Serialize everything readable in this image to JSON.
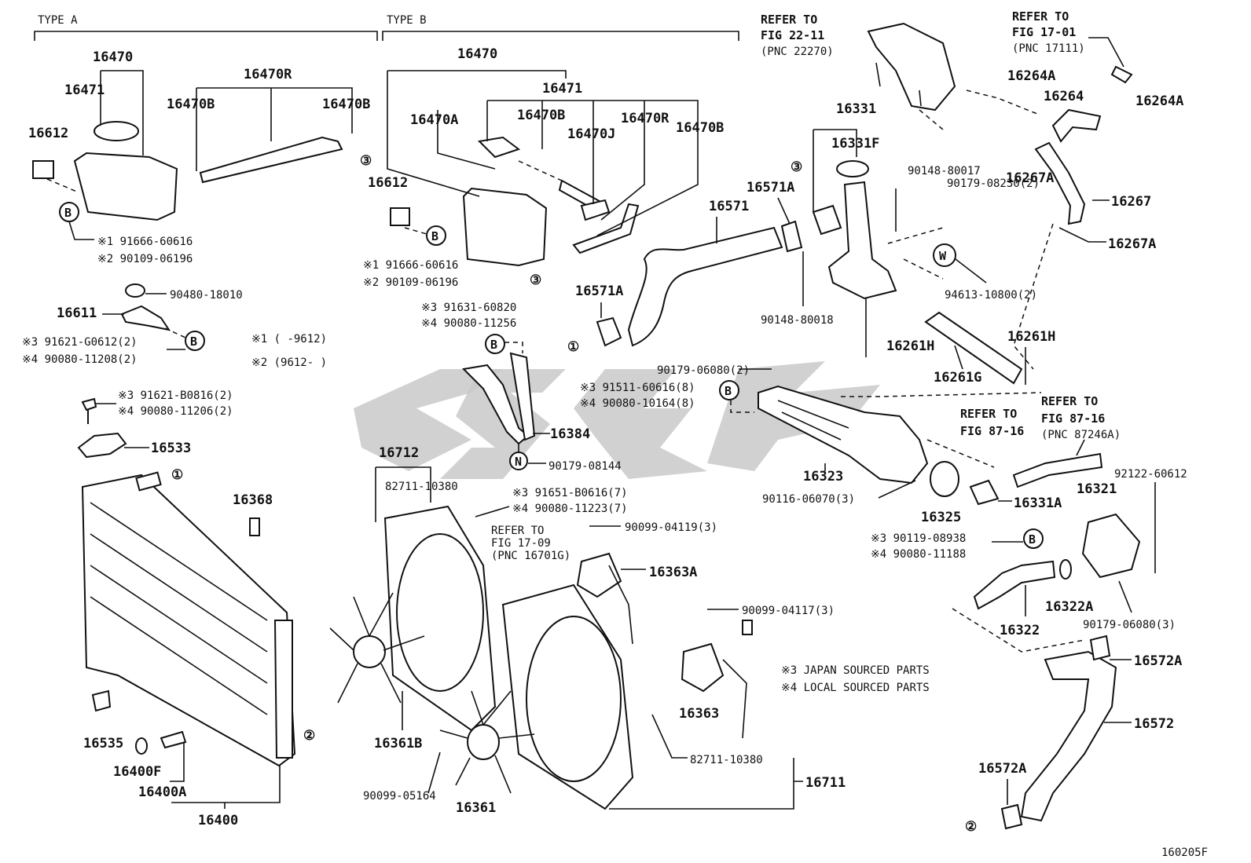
{
  "headers": {
    "type_a": "TYPE A",
    "type_b": "TYPE B"
  },
  "refer": [
    {
      "l1": "REFER TO",
      "l2": "FIG 22-11",
      "l3": "(PNC 22270)"
    },
    {
      "l1": "REFER TO",
      "l2": "FIG 17-01",
      "l3": "(PNC 17111)"
    },
    {
      "l1": "REFER TO",
      "l2": "FIG 87-16",
      "l3": ""
    },
    {
      "l1": "REFER TO",
      "l2": "FIG 87-16",
      "l3": "(PNC 87246A)"
    },
    {
      "l1": "REFER TO",
      "l2": "FIG 17-09",
      "l3": "(PNC 16701G)"
    }
  ],
  "labels": {
    "p16470a": "16470",
    "p16471a": "16471",
    "p16470r_a": "16470R",
    "p16470b_a1": "16470B",
    "p16470b_a2": "16470B",
    "p16612a": "16612",
    "p16470b_": "16470",
    "p16471b": "16471",
    "p16470A": "16470A",
    "p16470B_b1": "16470B",
    "p16470J": "16470J",
    "p16470R_b": "16470R",
    "p16470B_b2": "16470B",
    "p16612b": "16612",
    "p16331": "16331",
    "p16331F": "16331F",
    "p16571A_1": "16571A",
    "p16571": "16571",
    "p16571A_2": "16571A",
    "p16264A_1": "16264A",
    "p16264": "16264",
    "p16264A_2": "16264A",
    "p16267A_1": "16267A",
    "p16267": "16267",
    "p16267A_2": "16267A",
    "p16261H_1": "16261H",
    "p16261H_2": "16261H",
    "p16261G": "16261G",
    "p16611": "16611",
    "p16533": "16533",
    "p16368": "16368",
    "p16535": "16535",
    "p16400F": "16400F",
    "p16400A": "16400A",
    "p16400": "16400",
    "p16384": "16384",
    "p16712": "16712",
    "p16363A": "16363A",
    "p16363": "16363",
    "p16361B": "16361B",
    "p16361": "16361",
    "p16711": "16711",
    "p16323": "16323",
    "p16325": "16325",
    "p16331A": "16331A",
    "p16321": "16321",
    "p16322": "16322",
    "p16322A": "16322A",
    "p16572A_1": "16572A",
    "p16572": "16572",
    "p16572A_2": "16572A"
  },
  "codes": {
    "c1": "90148-80017",
    "c2": "90179-08230(2)",
    "c3": "94613-10800(2)",
    "c4": "90148-80018",
    "c5": "90480-18010",
    "c6": "90179-06080(2)",
    "c7": "90179-08144",
    "c8": "82711-10380",
    "c9": "90099-04119(3)",
    "c10": "90099-04117(3)",
    "c11": "90099-05164",
    "c12": "82711-10380",
    "c13": "90116-06070(3)",
    "c14": "92122-60612",
    "c15": "90179-06080(3)"
  },
  "notes": {
    "n1": "※1 91666-60616",
    "n2": "※2 90109-06196",
    "n3": "※1 91666-60616",
    "n4": "※2 90109-06196",
    "n5": "※3 91631-60820",
    "n6": "※4 90080-11256",
    "n7": "※3 91621-G0612(2)",
    "n8": "※4 90080-11208(2)",
    "n9": "※1 (     -9612)",
    "n10": "※2 (9612-     )",
    "n11": "※3 91621-B0816(2)",
    "n12": "※4 90080-11206(2)",
    "n13": "※3 91511-60616(8)",
    "n14": "※4 90080-10164(8)",
    "n15": "※3 91651-B0616(7)",
    "n16": "※4 90080-11223(7)",
    "n17": "※3 90119-08938",
    "n18": "※4 90080-11188",
    "legend1": "※3 JAPAN SOURCED PARTS",
    "legend2": "※4 LOCAL SOURCED PARTS"
  },
  "markers": {
    "B": "B",
    "W": "W",
    "N": "N",
    "one": "①",
    "two": "②",
    "three": "③"
  },
  "figure_id": "160205F"
}
